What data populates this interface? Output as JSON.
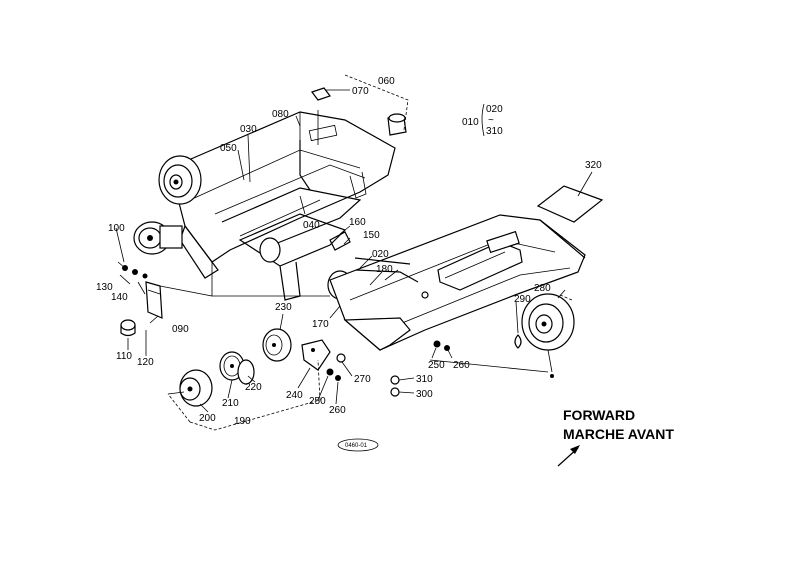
{
  "parts": {
    "p010": "010",
    "p020": "020",
    "p020b": "020",
    "p030": "030",
    "p040": "040",
    "p050": "050",
    "p060": "060",
    "p070": "070",
    "p080": "080",
    "p090": "090",
    "p100": "100",
    "p110": "110",
    "p120": "120",
    "p130": "130",
    "p140": "140",
    "p150": "150",
    "p160": "160",
    "p170": "170",
    "p180": "180",
    "p190": "190",
    "p200": "200",
    "p210": "210",
    "p220": "220",
    "p230": "230",
    "p240": "240",
    "p250a": "250",
    "p250b": "250",
    "p260a": "260",
    "p260b": "260",
    "p270": "270",
    "p280": "280",
    "p290": "290",
    "p300": "300",
    "p310a": "310",
    "p310b": "310",
    "p320": "320"
  },
  "range_sep": "~",
  "forward_en": "FORWARD",
  "forward_fr": "MARCHE AVANT",
  "drawing_ref": "0460-01"
}
